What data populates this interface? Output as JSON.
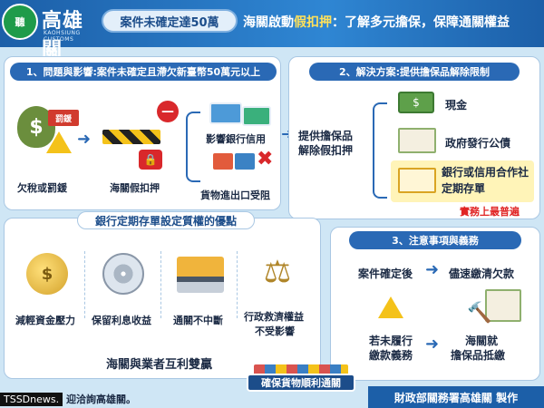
{
  "header": {
    "org_name": "高雄關",
    "org_sub": "KAOHSIUNG CUSTOMS",
    "badge": "聽 ",
    "tag": "案件未確定達50萬",
    "title_pre": "海關啟動",
    "title_highlight": "假扣押",
    "title_post": "：了解多元擔保，保障通關權益"
  },
  "section1": {
    "title": "1、問題與影響:案件未確定且滯欠新臺幣50萬元以上",
    "cause_label": "欠稅或罰鍰",
    "fine_tag": "罰鍰",
    "action_label": "海關假扣押",
    "effect1": "影響銀行信用",
    "effect2": "貨物進出口受阻"
  },
  "section2": {
    "title": "2、解決方案:提供擔保品解除限制",
    "lead_line1": "提供擔保品",
    "lead_line2": "解除假扣押",
    "option1": "現金",
    "option2": "政府發行公債",
    "option3_line1": "銀行或信用合作社",
    "option3_line2": "定期存單",
    "note": "實務上最普遍"
  },
  "section3": {
    "title": "銀行定期存單設定質權的優點",
    "adv1": "減輕資金壓力",
    "adv2": "保留利息收益",
    "adv3": "通關不中斷",
    "adv4_line1": "行政救濟權益",
    "adv4_line2": "不受影響",
    "footer": "海關與業者互利雙贏"
  },
  "section4": {
    "title": "3、注意事項與義務",
    "row1_left": "案件確定後",
    "row1_right": "儘速繳清欠款",
    "row2_left_line1": "若未履行",
    "row2_left_line2": "繳款義務",
    "row2_right_line1": "海關就",
    "row2_right_line2": "擔保品抵繳"
  },
  "footer": {
    "banner": "確保貨物順利通關",
    "credit": "財政部關務署高雄關  製作",
    "watermark": "TSSDnews.",
    "welcome": "迎洽詢高雄關。"
  },
  "colors": {
    "primary": "#2a69b5",
    "header": "#1c5fa8",
    "highlight": "#ffe15a",
    "alert": "#e02424"
  }
}
